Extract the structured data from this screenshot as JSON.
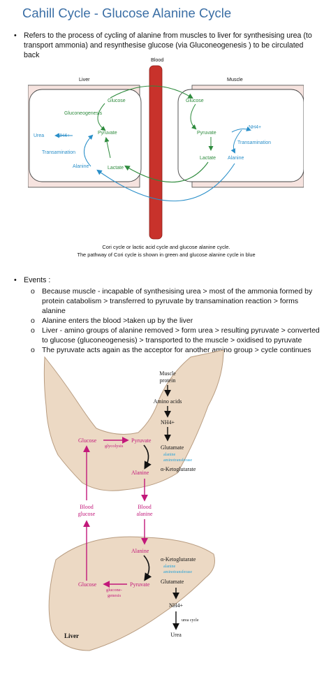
{
  "title": "Cahill Cycle - Glucose Alanine Cycle",
  "intro_bullet": "Refers to the process of cycling of alanine from muscles to liver for synthesising urea (to transport ammonia) and resynthesise glucose (via Gluconeogenesis ) to be circulated back",
  "figure1": {
    "blood": "Blood",
    "liver": "Liver",
    "muscle": "Muscle",
    "liver_glucose": "Glucose",
    "gluconeogenesis": "Gluconeogenesis",
    "urea": "Urea",
    "nh4_left": "NH4+",
    "liver_pyruvate": "Pyruvate",
    "transamination_left": "Transamination",
    "liver_alanine": "Alanine",
    "liver_lactate": "Lactate",
    "muscle_glucose": "Glucose",
    "muscle_pyruvate": "Pyruvate",
    "nh4_right": "NH4+",
    "transamination_right": "Transamination",
    "muscle_lactate": "Lactate",
    "muscle_alanine": "Alanine",
    "caption_line1": "Cori cycle or lactic acid cycle and glucose alanine cycle.",
    "caption_line2": "The pathway of Cori cycle is shown in green and glucose alanine cycle in blue",
    "colors": {
      "green": "#2e8b3d",
      "blue": "#2a8fc9",
      "blood": "#c8322b",
      "tissue": "#f6e3df"
    }
  },
  "events_label": "Events :",
  "events": [
    "Because muscle - incapable of synthesising urea > most of the ammonia formed by protein catabolism > transferred to pyruvate  by transamination reaction > forms alanine",
    "Alanine enters the blood >taken up by the liver",
    "Liver - amino groups of alanine removed > form urea > resulting pyruvate > converted to glucose (gluconeogenesis) > transported to the muscle > oxidised to pyruvate",
    "The pyruvate acts again as the acceptor for another amino group > cycle continues"
  ],
  "figure2": {
    "muscle_protein_1": "Muscle",
    "muscle_protein_2": "protein",
    "amino_acids": "Amino acids",
    "nh4_top": "NH4+",
    "glucose_top": "Glucose",
    "glycolysis": "glycolysis",
    "pyruvate_top": "Pyruvate",
    "glutamate_top": "Glutamate",
    "enzyme_top_1": "alanine",
    "enzyme_top_2": "aminotransferase",
    "alanine_top": "Alanine",
    "ketoglutarate_top": "α-Ketoglutarate",
    "blood_glucose_1": "Blood",
    "blood_glucose_2": "glucose",
    "blood_alanine_1": "Blood",
    "blood_alanine_2": "alanine",
    "alanine_bottom": "Alanine",
    "ketoglutarate_bottom": "α-Ketoglutarate",
    "enzyme_bottom_1": "alanine",
    "enzyme_bottom_2": "aminotransferase",
    "glucose_bottom": "Glucose",
    "gluconeo_1": "glucone-",
    "gluconeo_2": "genesis",
    "pyruvate_bottom": "Pyruvate",
    "glutamate_bottom": "Glutamate",
    "nh4_bottom": "NH4+",
    "urea_cycle": "urea cycle",
    "urea": "Urea",
    "liver": "Liver",
    "colors": {
      "magenta": "#c2187a",
      "cyan": "#2aa3d8",
      "skin": "#ecd9c4"
    }
  }
}
